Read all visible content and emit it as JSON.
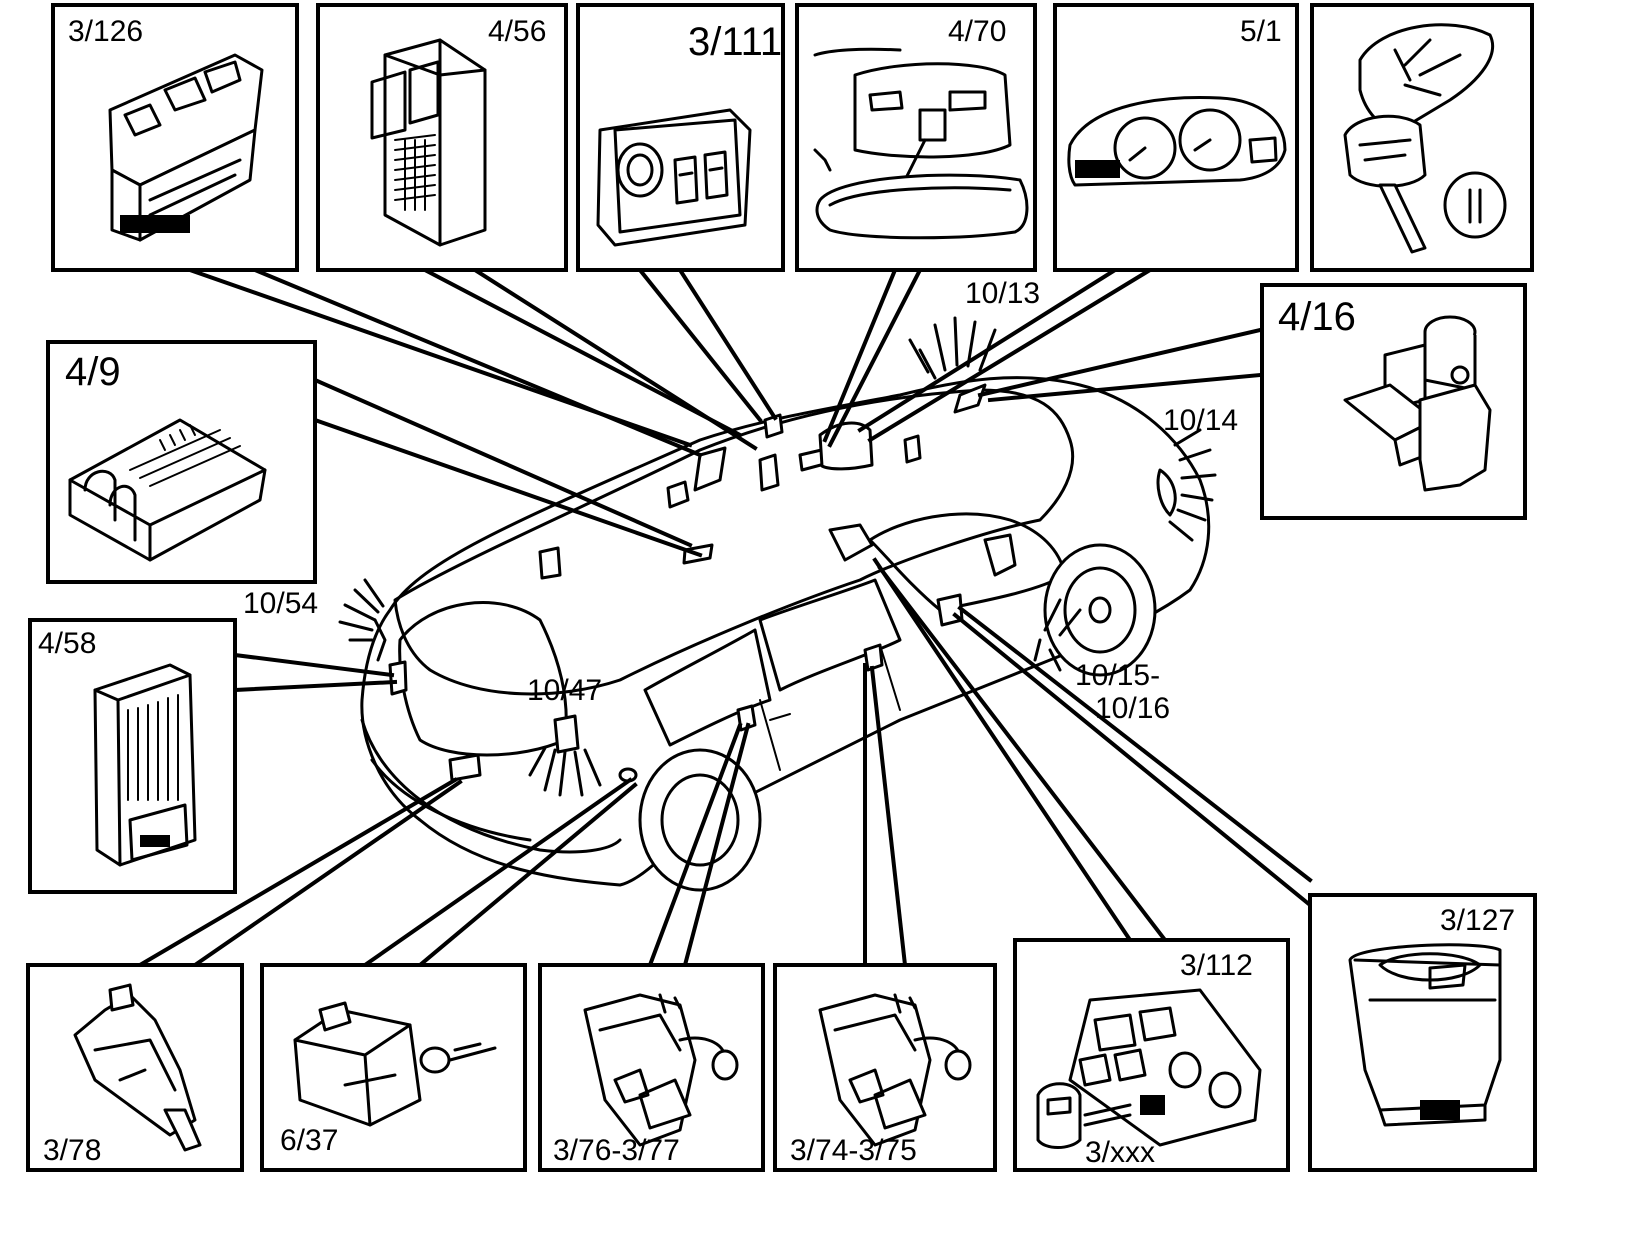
{
  "labels": {
    "c3_126": "3/126",
    "c4_56": "4/56",
    "c3_111": "3/111",
    "c4_70": "4/70",
    "c5_1": "5/1",
    "c4_16": "4/16",
    "c4_9": "4/9",
    "c4_58": "4/58",
    "c3_78": "3/78",
    "c6_37": "6/37",
    "c3_76_77": "3/76-3/77",
    "c3_74_75": "3/74-3/75",
    "c3_112": "3/112",
    "c3_xxx": "3/xxx",
    "c3_127": "3/127",
    "c10_13": "10/13",
    "c10_14": "10/14",
    "c10_54": "10/54",
    "c10_47": "10/47",
    "c10_15": "10/15-",
    "c10_16": "10/16"
  }
}
